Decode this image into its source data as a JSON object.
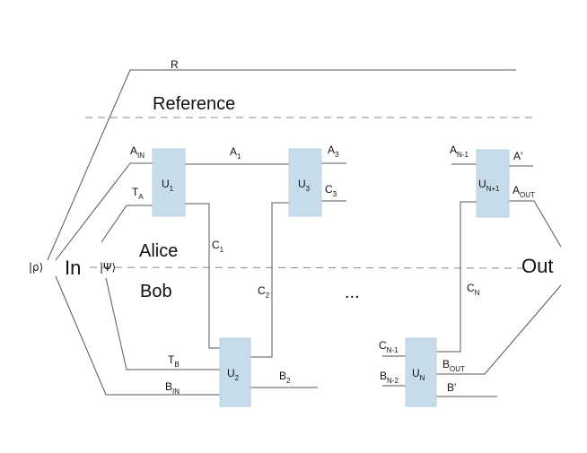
{
  "diagram": {
    "regions": {
      "reference": "Reference",
      "alice": "Alice",
      "bob": "Bob",
      "input": "In",
      "output": "Out",
      "ellipsis": "..."
    },
    "states": {
      "rho": "|ρ⟩",
      "psi": "|Ψ⟩"
    },
    "wires": {
      "r": "R",
      "a_in": {
        "base": "A",
        "sub": "IN"
      },
      "t_a": {
        "base": "T",
        "sub": "A"
      },
      "a1": {
        "base": "A",
        "sub": "1"
      },
      "a3": {
        "base": "A",
        "sub": "3"
      },
      "c3": {
        "base": "C",
        "sub": "3"
      },
      "a_n1": {
        "base": "A",
        "sub": "N-1"
      },
      "a_prime": "A'",
      "a_out": {
        "base": "A",
        "sub": "OUT"
      },
      "c1": {
        "base": "C",
        "sub": "1"
      },
      "c2": {
        "base": "C",
        "sub": "2"
      },
      "c_n": {
        "base": "C",
        "sub": "N"
      },
      "t_b": {
        "base": "T",
        "sub": "B"
      },
      "b_in": {
        "base": "B",
        "sub": "IN"
      },
      "b2": {
        "base": "B",
        "sub": "2"
      },
      "c_nm1": {
        "base": "C",
        "sub": "N-1"
      },
      "b_nm2": {
        "base": "B",
        "sub": "N-2"
      },
      "b_out": {
        "base": "B",
        "sub": "OUT"
      },
      "b_prime": "B'"
    },
    "gates": {
      "u1": {
        "base": "U",
        "sub": "1"
      },
      "u2": {
        "base": "U",
        "sub": "2"
      },
      "u3": {
        "base": "U",
        "sub": "3"
      },
      "un": {
        "base": "U",
        "sub": "N"
      },
      "un1": {
        "base": "U",
        "sub": "N+1"
      }
    }
  }
}
